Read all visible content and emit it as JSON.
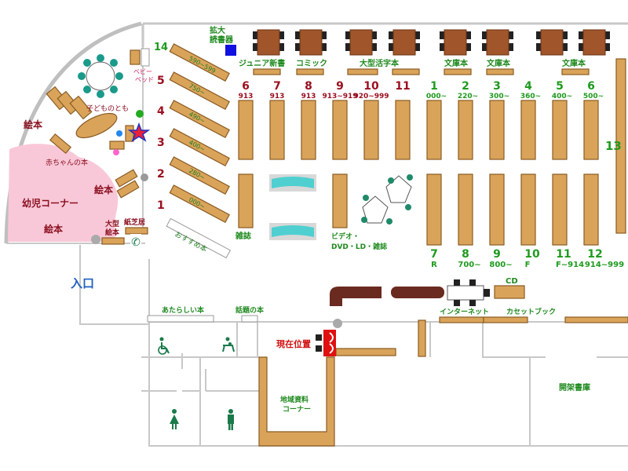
{
  "entrance": "入口",
  "current_position": "現在位置",
  "reading_area": {
    "line1": "拡大",
    "line2": "読書器"
  },
  "baby_bed": {
    "line1": "ベビー",
    "line2": "ベッド"
  },
  "kids_area": {
    "kodomonotomo": "子どものとも",
    "ehon_top": "絵本",
    "akachan": "赤ちゃんの本",
    "ehon_mid": "絵本",
    "youji": "幼児コーナー",
    "ehon_bottom": "絵本",
    "oogata_ehon_1": "大型",
    "oogata_ehon_2": "絵本",
    "kamishibai": "紙芝居"
  },
  "diagonal_shelves": [
    {
      "number": "14",
      "range": "590~599"
    },
    {
      "number": "5",
      "range": "750~"
    },
    {
      "number": "4",
      "range": "490~"
    },
    {
      "number": "3",
      "range": "400~"
    },
    {
      "number": "2",
      "range": "280~"
    },
    {
      "number": "1",
      "range": "000~"
    }
  ],
  "recommended": "おすすめ本",
  "top_sections": {
    "junior": "ジュニア新書",
    "comic": "コミック",
    "large_print": "大型活字本",
    "bunko1": "文庫本",
    "bunko2": "文庫本",
    "bunko3": "文庫本"
  },
  "red_shelves": [
    {
      "number": "6",
      "range": "913"
    },
    {
      "number": "7",
      "range": "913"
    },
    {
      "number": "8",
      "range": "913"
    },
    {
      "number": "9",
      "range": "913~919"
    },
    {
      "number": "10",
      "range": "920~999"
    },
    {
      "number": "11",
      "range": ""
    }
  ],
  "green_shelves": [
    {
      "number": "1",
      "range": "000~"
    },
    {
      "number": "2",
      "range": "220~"
    },
    {
      "number": "3",
      "range": "300~"
    },
    {
      "number": "4",
      "range": "360~"
    },
    {
      "number": "5",
      "range": "400~"
    },
    {
      "number": "6",
      "range": "500~"
    }
  ],
  "shelf_13": "13",
  "bottom_shelves": [
    {
      "number": "7",
      "range": "R"
    },
    {
      "number": "8",
      "range": "700~"
    },
    {
      "number": "9",
      "range": "800~"
    },
    {
      "number": "10",
      "range": "F"
    },
    {
      "number": "11",
      "range": "F~914"
    },
    {
      "number": "12",
      "range": "914~999"
    }
  ],
  "magazine": "雑誌",
  "video": {
    "line1": "ビデオ・",
    "line2": "DVD・LD・雑誌"
  },
  "cd": "CD",
  "internet": "インターネット",
  "cassette": "カセットブック",
  "new_books": "あたらしい本",
  "topical_books": "話題の本",
  "local_materials": {
    "line1": "地域資料",
    "line2": "コーナー"
  },
  "closed_stacks": "開架書庫",
  "colors": {
    "shelf": "#d9a45a",
    "kids_area": "#f9c8d8",
    "wall": "#bfbfbf",
    "green_label": "#1f9a1f",
    "red_label": "#9a1020",
    "entrance": "#1f5fc0"
  }
}
